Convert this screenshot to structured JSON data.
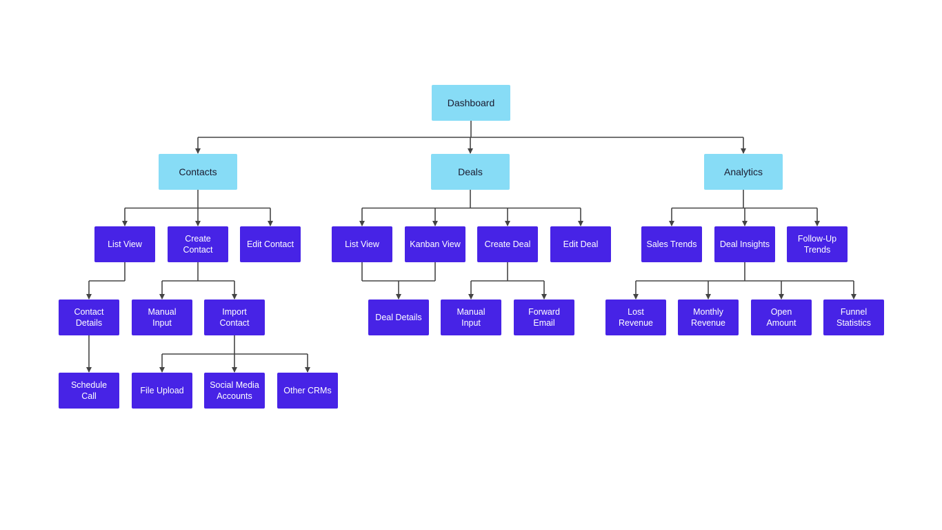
{
  "colors": {
    "top_fill": "#87dcf6",
    "top_text": "#1a1a2e",
    "leaf_fill": "#4723e6",
    "leaf_text": "#ffffff",
    "connector": "#444444"
  },
  "nodes": {
    "dashboard": "Dashboard",
    "contacts": "Contacts",
    "deals": "Deals",
    "analytics": "Analytics",
    "contacts_list_view": "List View",
    "create_contact": "Create\nContact",
    "edit_contact": "Edit Contact",
    "contact_details": "Contact\nDetails",
    "schedule_call": "Schedule\nCall",
    "contact_manual_input": "Manual\nInput",
    "import_contact": "Import\nContact",
    "file_upload": "File Upload",
    "social_media_accounts": "Social Media\nAccounts",
    "other_crms": "Other CRMs",
    "deals_list_view": "List View",
    "kanban_view": "Kanban View",
    "create_deal": "Create Deal",
    "edit_deal": "Edit Deal",
    "deal_details": "Deal Details",
    "deal_manual_input": "Manual\nInput",
    "forward_email": "Forward\nEmail",
    "sales_trends": "Sales Trends",
    "deal_insights": "Deal Insights",
    "follow_up_trends": "Follow-Up\nTrends",
    "lost_revenue": "Lost\nRevenue",
    "monthly_revenue": "Monthly\nRevenue",
    "open_amount": "Open\nAmount",
    "funnel_statistics": "Funnel\nStatistics"
  },
  "edges": [
    [
      "dashboard",
      [
        "contacts",
        "deals",
        "analytics"
      ]
    ],
    [
      "contacts",
      [
        "contacts_list_view",
        "create_contact",
        "edit_contact"
      ]
    ],
    [
      "contacts_list_view",
      [
        "contact_details"
      ]
    ],
    [
      "create_contact",
      [
        "contact_manual_input",
        "import_contact"
      ]
    ],
    [
      "contact_details",
      [
        "schedule_call"
      ]
    ],
    [
      "import_contact",
      [
        "file_upload",
        "social_media_accounts",
        "other_crms"
      ]
    ],
    [
      "deals",
      [
        "deals_list_view",
        "kanban_view",
        "create_deal",
        "edit_deal"
      ]
    ],
    [
      "create_deal",
      [
        "deal_manual_input",
        "forward_email"
      ]
    ],
    [
      "analytics",
      [
        "sales_trends",
        "deal_insights",
        "follow_up_trends"
      ]
    ],
    [
      "deal_insights",
      [
        "lost_revenue",
        "monthly_revenue",
        "open_amount",
        "funnel_statistics"
      ]
    ]
  ],
  "merges": [
    [
      [
        "deals_list_view",
        "kanban_view"
      ],
      "deal_details"
    ]
  ]
}
